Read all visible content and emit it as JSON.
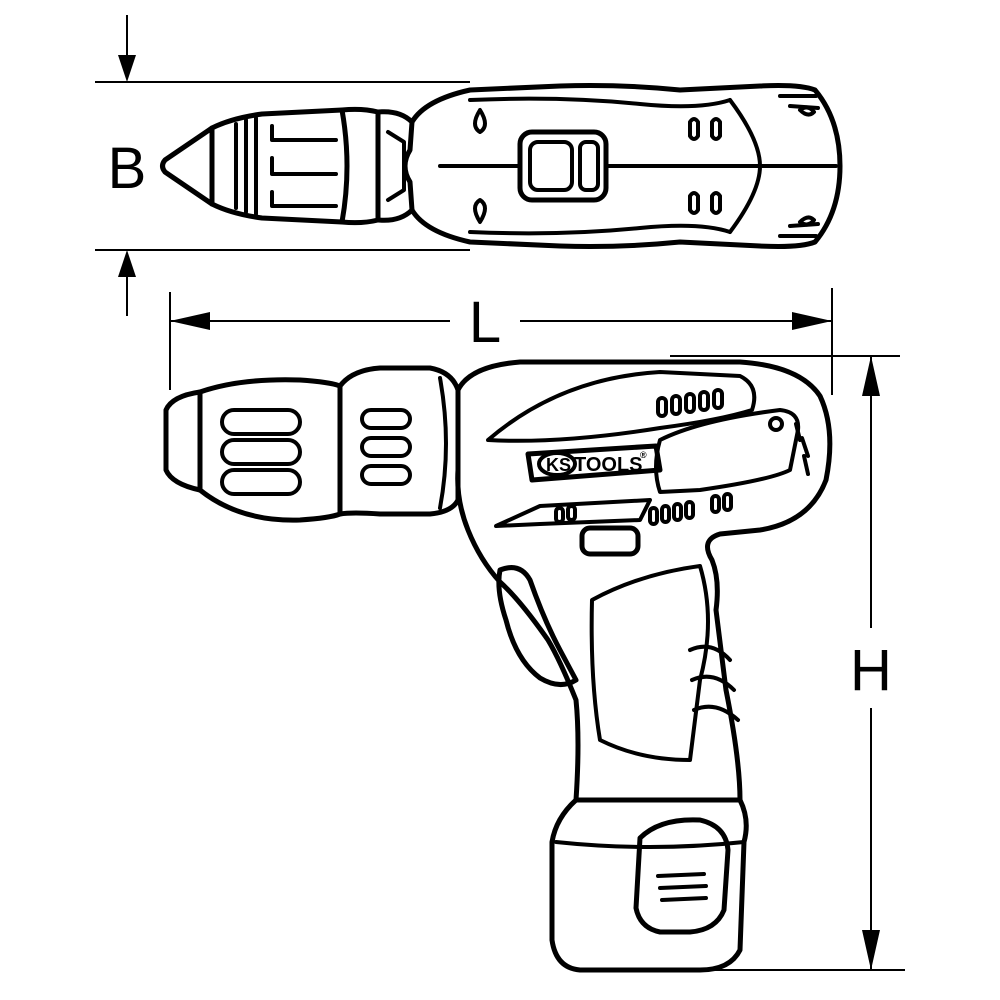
{
  "dimensions": {
    "width_label": "B",
    "length_label": "L",
    "height_label": "H"
  },
  "brand": {
    "prefix": "KS",
    "suffix": "TOOLS",
    "registered": "®"
  },
  "colors": {
    "stroke": "#000000",
    "background": "#ffffff"
  }
}
